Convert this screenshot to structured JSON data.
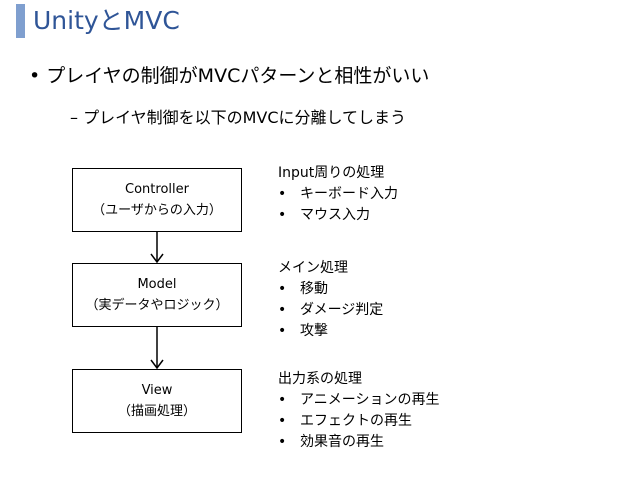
{
  "title": "UnityとMVC",
  "bullet_main": "• プレイヤの制御がMVCパターンと相性がいい",
  "bullet_sub": "– プレイヤ制御を以下のMVCに分離してしまう",
  "bullet_char": "•",
  "boxes": {
    "controller": {
      "name": "Controller",
      "sub": "（ユーザからの入力）"
    },
    "model": {
      "name": "Model",
      "sub": "（実データやロジック）"
    },
    "view": {
      "name": "View",
      "sub": "（描画処理）"
    }
  },
  "descriptions": {
    "controller": {
      "heading": "Input周りの処理",
      "items": [
        "キーボード入力",
        "マウス入力"
      ]
    },
    "model": {
      "heading": "メイン処理",
      "items": [
        "移動",
        "ダメージ判定",
        "攻撃"
      ]
    },
    "view": {
      "heading": "出力系の処理",
      "items": [
        "アニメーションの再生",
        "エフェクトの再生",
        "効果音の再生"
      ]
    }
  },
  "colors": {
    "title": "#2f5597",
    "accent_bar": "#7f9fcf",
    "line": "#000000"
  }
}
